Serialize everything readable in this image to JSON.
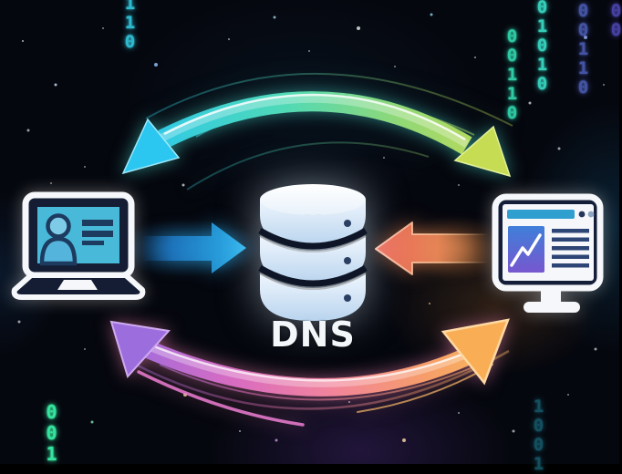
{
  "scene": {
    "background_color": "#05070e",
    "theme": "dark-space"
  },
  "dns": {
    "label": "DNS",
    "text_color": "#f4f7fa"
  },
  "icons": {
    "client": {
      "name": "laptop-user-icon",
      "outline_color": "#f5f7fa",
      "screen_color": "#49b9d9",
      "detail_color": "#1d3a5f"
    },
    "database": {
      "name": "database-stack-icon",
      "top_color": "#fdfeff",
      "body_color": "#c9dcf2",
      "dot_color": "#2a3f63"
    },
    "server": {
      "name": "monitor-browser-chart-icon",
      "outline_color": "#f5f7fa",
      "topbar_color": "#2f9fd0",
      "chart_gradient": [
        "#3f7fd9",
        "#7757cf"
      ],
      "line_color": "#2d4574"
    }
  },
  "arrows": {
    "top_arc": {
      "name": "top-curved-arrow",
      "heads": "both",
      "gradient": [
        "#29c6f0",
        "#4ed9b8",
        "#8fd878",
        "#c4da52"
      ]
    },
    "bottom_arc": {
      "name": "bottom-curved-arrow",
      "heads": "both",
      "gradient": [
        "#9a6ce0",
        "#d96cc0",
        "#f2859a",
        "#f69d6a",
        "#f9bd58"
      ]
    },
    "right_arrow": {
      "name": "request-arrow",
      "direction": "right",
      "gradient": [
        "#1a5fae",
        "#2fb7ef"
      ]
    },
    "left_arrow": {
      "name": "response-arrow",
      "direction": "left",
      "gradient": [
        "#ee6a5c",
        "#f9a85e"
      ]
    }
  },
  "binary_columns": [
    {
      "digits": "110",
      "color": "#2fb9cf"
    },
    {
      "digits": "00110",
      "color": "#2fc9a4"
    },
    {
      "digits": "01010",
      "color": "#35cdb9"
    },
    {
      "digits": "00110",
      "color": "#5a6ed6"
    },
    {
      "digits": "00",
      "color": "#5c55d4"
    },
    {
      "digits": "001",
      "color": "#36e39e"
    },
    {
      "digits": "1001",
      "color": "#1f8096"
    }
  ]
}
